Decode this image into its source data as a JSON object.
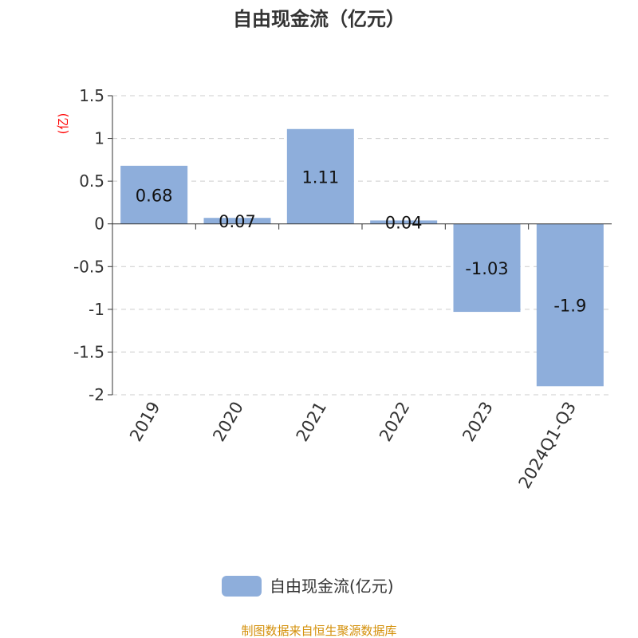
{
  "chart_data": {
    "type": "bar",
    "title": "自由现金流（亿元）",
    "ylabel": "(亿)",
    "xlabel": "",
    "categories": [
      "2019",
      "2020",
      "2021",
      "2022",
      "2023",
      "2024Q1-Q3"
    ],
    "series": [
      {
        "name": "自由现金流(亿元)",
        "values": [
          0.68,
          0.07,
          1.11,
          0.04,
          -1.03,
          -1.9
        ],
        "color": "#8eaedb"
      }
    ],
    "data_labels": [
      "0.68",
      "0.07",
      "1.11",
      "0.04",
      "-1.03",
      "-1.9"
    ],
    "ylim": [
      -2,
      1.5
    ],
    "yticks": [
      1.5,
      1,
      0.5,
      0,
      -0.5,
      -1,
      -1.5,
      -2
    ],
    "ytick_labels": [
      "1.5",
      "1",
      "0.5",
      "0",
      "-0.5",
      "-1",
      "-1.5",
      "-2"
    ],
    "grid": true,
    "legend": "bottom-center"
  },
  "footer": "制图数据来自恒生聚源数据库",
  "colors": {
    "bar": "#8eaedb",
    "ylabel": "#ff0000",
    "footer": "#d4900a",
    "title": "#333333"
  }
}
